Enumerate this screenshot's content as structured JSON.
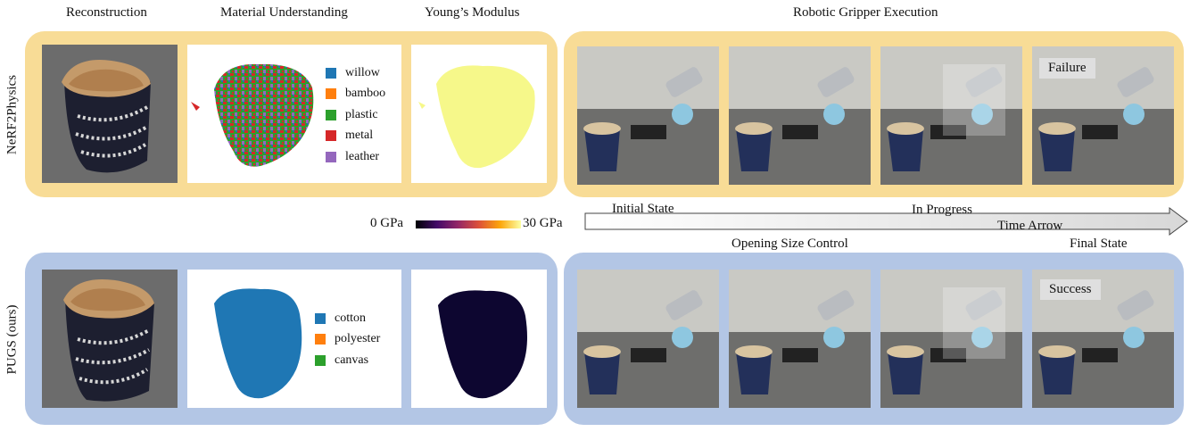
{
  "headers": {
    "reconstruction": "Reconstruction",
    "material": "Material Understanding",
    "youngs": "Young’s Modulus",
    "gripper": "Robotic Gripper Execution"
  },
  "rows": {
    "top_label": "NeRF2Physics",
    "bottom_label": "PUGS (ours)"
  },
  "legend_top": [
    {
      "label": "willow",
      "color": "#1f77b4"
    },
    {
      "label": "bamboo",
      "color": "#ff7f0e"
    },
    {
      "label": "plastic",
      "color": "#2ca02c"
    },
    {
      "label": "metal",
      "color": "#d62728"
    },
    {
      "label": "leather",
      "color": "#9467bd"
    }
  ],
  "legend_bottom": [
    {
      "label": "cotton",
      "color": "#1f77b4"
    },
    {
      "label": "polyester",
      "color": "#ff7f0e"
    },
    {
      "label": "canvas",
      "color": "#2ca02c"
    }
  ],
  "colorbar": {
    "min_label": "0 GPa",
    "max_label": "30 GPa"
  },
  "timeline": {
    "initial": "Initial State",
    "progress": "In Progress",
    "arrow": "Time Arrow",
    "opening": "Opening Size Control",
    "final": "Final State"
  },
  "badges": {
    "failure": "Failure",
    "success": "Success"
  },
  "colors": {
    "top_panel": "#f8dc96",
    "bottom_panel": "#b3c6e5",
    "top_modulus": "#f6f88a",
    "bottom_modulus": "#0d0630",
    "bottom_material": "#1f77b4"
  }
}
